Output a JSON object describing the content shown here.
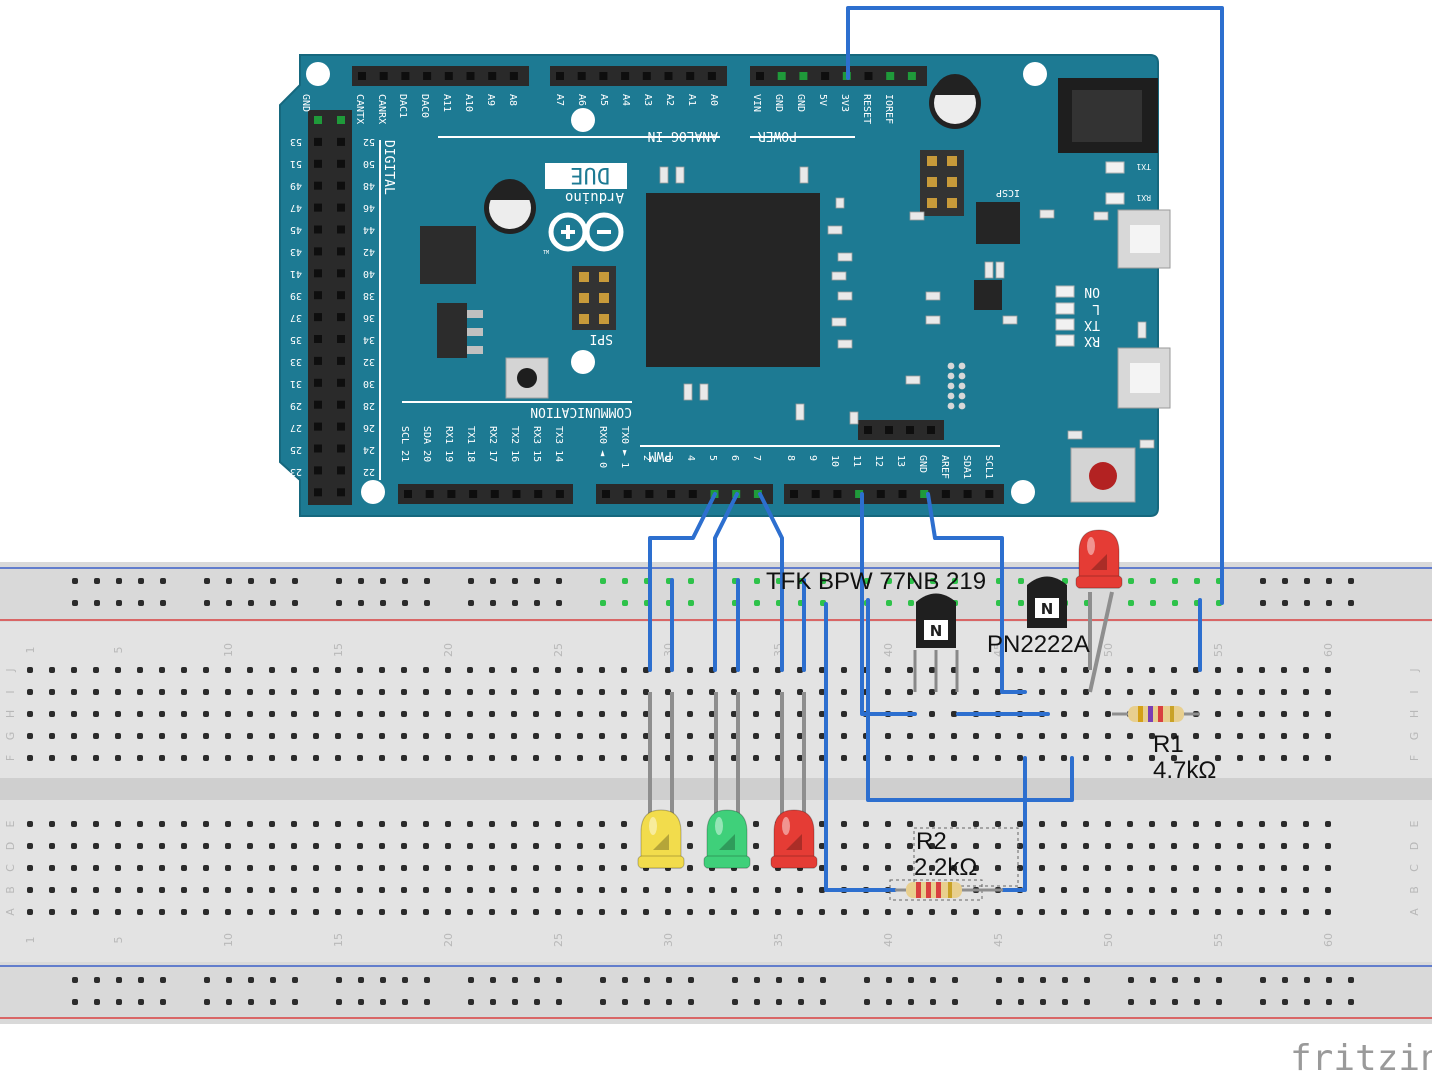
{
  "board": {
    "model": "DUE",
    "brand": "Arduino",
    "trademark": "TM",
    "colors": {
      "board": "#1d7a93",
      "edge": "#16687e",
      "header": "#2a2a2a",
      "silk": "#ffffff"
    },
    "section_labels": {
      "analog_in": "ANALOG IN",
      "power": "POWER",
      "digital": "DIGITAL",
      "communication": "COMMUNICATION",
      "pwm": "PWM",
      "spi": "SPI",
      "icsp": "ICSP"
    },
    "top_pins": [
      "GND",
      "CANTX",
      "CANRX",
      "DAC1",
      "DAC0",
      "A11",
      "A10",
      "A9",
      "A8",
      "A7",
      "A6",
      "A5",
      "A4",
      "A3",
      "A2",
      "A1",
      "A0",
      "VIN",
      "GND",
      "GND",
      "5V",
      "3V3",
      "RESET",
      "IOREF"
    ],
    "comm_pins": [
      "SCL 21",
      "SDA 20",
      "RX1 19",
      "TX1 18",
      "RX2 17",
      "TX2 16",
      "RX3 15",
      "TX3 14",
      "RX0 ◄ 0",
      "TX0 ► 1"
    ],
    "pwm_pins": [
      "2",
      "3",
      "4",
      "5",
      "6",
      "7",
      "8",
      "9",
      "10",
      "11",
      "12",
      "13",
      "GND",
      "AREF",
      "SDA1",
      "SCL1"
    ],
    "digital_left": [
      "53",
      "51",
      "49",
      "47",
      "45",
      "43",
      "41",
      "39",
      "37",
      "35",
      "33",
      "31",
      "29",
      "27",
      "25",
      "23"
    ],
    "digital_right": [
      "52",
      "50",
      "48",
      "46",
      "44",
      "42",
      "40",
      "38",
      "36",
      "34",
      "32",
      "30",
      "28",
      "26",
      "24",
      "22"
    ],
    "status_leds": [
      "ON",
      "L",
      "TX",
      "RX"
    ],
    "small_leds": [
      "TX1",
      "RX1"
    ]
  },
  "breadboard": {
    "column_numbers": [
      "1",
      "5",
      "10",
      "15",
      "20",
      "25",
      "30",
      "35",
      "40",
      "45",
      "50",
      "55",
      "60"
    ],
    "row_letters_top": [
      "J",
      "I",
      "H",
      "G",
      "F"
    ],
    "row_letters_bottom": [
      "E",
      "D",
      "C",
      "B",
      "A"
    ],
    "colors": {
      "body": "#e2e2e2",
      "rail": "#d6d6d6",
      "red_line": "#d94040",
      "blue_line": "#3a5fc8",
      "hole": "#2b2b2b",
      "used_hole": "#2ec24a"
    }
  },
  "components": {
    "sensor_label": "TFK BPW 77NB 219",
    "transistor_label": "PN2222A",
    "transistor_glyph": "N",
    "r1": {
      "name": "R1",
      "value": "4.7kΩ"
    },
    "r2": {
      "name": "R2",
      "value": "2.2kΩ"
    },
    "leds": [
      {
        "name": "yellow-led",
        "color": "#f2dc4c"
      },
      {
        "name": "green-led",
        "color": "#3fd07a"
      },
      {
        "name": "red-led",
        "color": "#e53c35"
      },
      {
        "name": "red-led-top",
        "color": "#e53c35"
      }
    ]
  },
  "wires": {
    "color": "#2d6fcf",
    "leg_color": "#8e8e8e"
  },
  "watermark": "fritzing"
}
